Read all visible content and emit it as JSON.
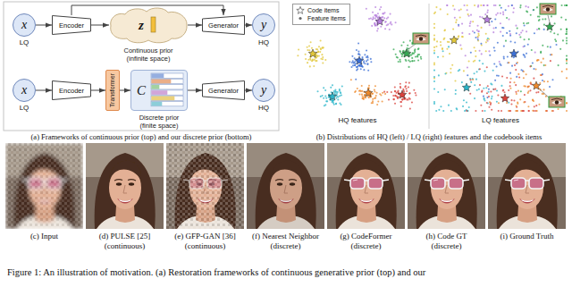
{
  "diagram": {
    "caption": "Figure 1: An illustration of motivation. (a) Restoration frameworks of continuous generative prior (top) and our",
    "nodes": [
      {
        "text": [
          "x",
          "LQ"
        ]
      },
      {
        "text": [
          "Encoder"
        ]
      },
      {
        "text": [
          "z",
          "Continuous prior (infinite space)"
        ]
      },
      {
        "text": [
          "Generator"
        ]
      },
      {
        "text": [
          "y",
          "HQ"
        ]
      },
      {
        "text": [
          "x",
          "LQ"
        ]
      },
      {
        "text": [
          "Encoder"
        ]
      },
      {
        "text": [
          "Transformer"
        ]
      },
      {
        "text": [
          "C",
          "Discrete prior (finite space)"
        ]
      },
      {
        "text": [
          "Generator"
        ]
      },
      {
        "text": [
          "y",
          "HQ"
        ]
      }
    ],
    "edges": [
      {
        "from": 0,
        "to": 1,
        "arrow": "to"
      },
      {
        "from": 1,
        "to": 2,
        "arrow": "to"
      },
      {
        "from": 2,
        "to": 3,
        "arrow": "to"
      },
      {
        "from": 3,
        "to": 4,
        "arrow": "to"
      },
      {
        "from": 1,
        "to": 3,
        "arrow": "to"
      },
      {
        "from": 5,
        "to": 6,
        "arrow": "to"
      },
      {
        "from": 6,
        "to": 7,
        "arrow": "to"
      },
      {
        "from": 7,
        "to": 8,
        "arrow": "to"
      },
      {
        "from": 8,
        "to": 9,
        "arrow": "to"
      },
      {
        "from": 9,
        "to": 10,
        "arrow": "to"
      }
    ],
    "labels": [
      "(a) Frameworks of continuous prior (top) and our discrete prior (bottom)",
      "HQ features",
      "LQ features",
      "(b) Distributions of HQ (left) / LQ (right) features and the codebook items",
      "(c) Input",
      "(d) PULSE [25] (continuous)",
      "(e) GFP-GAN [36] (continuous)",
      "(f) Nearest Neighbor (discrete)",
      "(g) CodeFormer (discrete)",
      "(h) Code GT (discrete)",
      "(i) Ground Truth"
    ],
    "legend": [
      {
        "text": "Code items"
      },
      {
        "text": "Feature items"
      }
    ]
  }
}
